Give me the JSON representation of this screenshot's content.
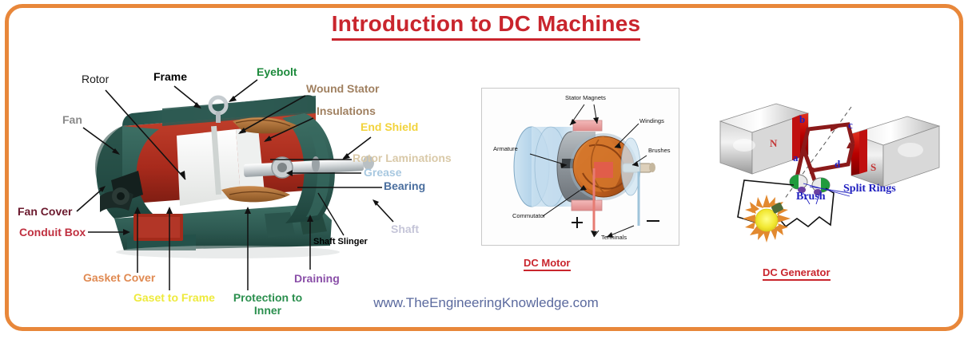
{
  "title": "Introduction to DC Machines",
  "site_url": "www.The.EngineeringKnowledge.com",
  "site_url_display": "www.TheEngineeringKnowledge.com",
  "colors": {
    "frame": "#e8873a",
    "title": "#c9252d",
    "caption": "#c9252d",
    "url": "#5b6a9e",
    "casing_green": "#2e5a52",
    "interior_red": "#b03020",
    "magnet_red": "#cc0000",
    "coil_brown": "#8b1a1a",
    "bulb_yellow": "#f2e832",
    "bulb_ray_orange": "#e2892f"
  },
  "motor_photo": {
    "alt": "cutaway-dc-motor-photograph",
    "labels": [
      {
        "id": "rotor",
        "text": "Rotor",
        "color": "#1a1a1a",
        "size": 14,
        "weight": "normal"
      },
      {
        "id": "frame",
        "text": "Frame",
        "color": "#000000",
        "size": 14,
        "weight": "bold"
      },
      {
        "id": "eyebolt",
        "text": "Eyebolt",
        "color": "#1d8a3c",
        "size": 14,
        "weight": "bold"
      },
      {
        "id": "fan",
        "text": "Fan",
        "color": "#8a8a8a",
        "size": 14,
        "weight": "bold"
      },
      {
        "id": "wound-stator",
        "text": "Wound Stator",
        "color": "#a08060",
        "size": 14,
        "weight": "bold"
      },
      {
        "id": "insulations",
        "text": "Insulations",
        "color": "#a08060",
        "size": 14,
        "weight": "bold"
      },
      {
        "id": "end-shield",
        "text": "End Shield",
        "color": "#f2d33c",
        "size": 14,
        "weight": "bold"
      },
      {
        "id": "rotor-laminations",
        "text": "Rotor Laminations",
        "color": "#d9c9a8",
        "size": 14,
        "weight": "bold"
      },
      {
        "id": "grease",
        "text": "Grease",
        "color": "#a8c8e0",
        "size": 14,
        "weight": "bold"
      },
      {
        "id": "bearing",
        "text": "Bearing",
        "color": "#4a6e9e",
        "size": 14,
        "weight": "bold"
      },
      {
        "id": "shaft",
        "text": "Shaft",
        "color": "#c5c5d8",
        "size": 14,
        "weight": "bold"
      },
      {
        "id": "shaft-slinger",
        "text": "Shaft Slinger",
        "color": "#000000",
        "size": 11,
        "weight": "bold"
      },
      {
        "id": "fan-cover",
        "text": "Fan Cover",
        "color": "#6b1a2e",
        "size": 14,
        "weight": "bold"
      },
      {
        "id": "conduit-box",
        "text": "Conduit Box",
        "color": "#c03040",
        "size": 14,
        "weight": "bold"
      },
      {
        "id": "gasket-cover",
        "text": "Gasket Cover",
        "color": "#e08a52",
        "size": 14,
        "weight": "bold"
      },
      {
        "id": "gaset-to-frame",
        "text": "Gaset to Frame",
        "color": "#eeea3c",
        "size": 14,
        "weight": "bold"
      },
      {
        "id": "protection-inner",
        "text": "Protection to",
        "text2": "Inner",
        "color": "#2b8f4e",
        "size": 14,
        "weight": "bold"
      },
      {
        "id": "draining",
        "text": "Draining",
        "color": "#8a4fa8",
        "size": 14,
        "weight": "bold"
      }
    ]
  },
  "dc_motor": {
    "caption": "DC Motor",
    "labels": {
      "stator_magnets": "Stator Magnets",
      "windings": "Windings",
      "armature": "Armature",
      "brushes": "Brushes",
      "commutator": "Commutator",
      "terminals": "Terminals",
      "plus": "+",
      "minus": "–"
    }
  },
  "dc_generator": {
    "caption": "DC Generator",
    "labels": {
      "north_pole": "N",
      "south_pole": "S",
      "coil_a": "a",
      "coil_b": "b",
      "coil_c": "c",
      "coil_d": "d",
      "split_rings": "Split Rings",
      "brush": "Brush"
    }
  }
}
